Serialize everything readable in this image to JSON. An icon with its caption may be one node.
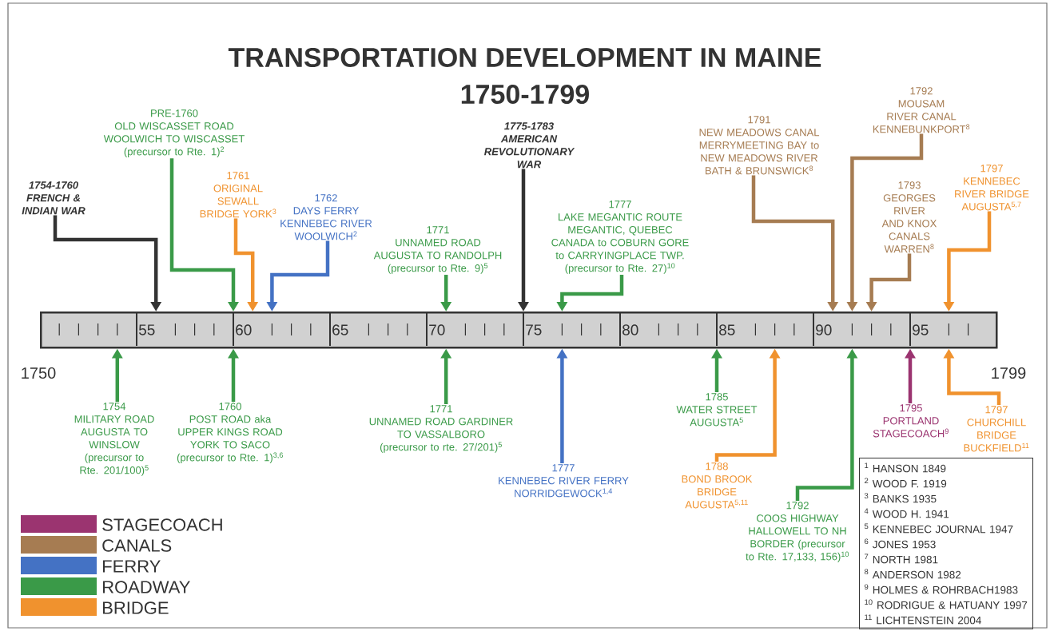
{
  "diagram": {
    "title": "TRANSPORTATION DEVELOPMENT IN MAINE",
    "nodes": [
      {
        "text": [
          "1754-1760",
          "FRENCH & INDIAN WAR"
        ]
      },
      {
        "text": [
          "PRE-1760",
          "OLD WISCASSET ROAD WOOLWICH TO WISCASSET (precursor to Rte. 1)$^{2}$"
        ]
      },
      {
        "text": [
          "1761",
          "ORIGINAL SEWALL BRIDGE YORK$^{3}$"
        ]
      },
      {
        "text": [
          "1762",
          "DAYS FERRY KENNEBEC RIVER WOOLWICH$^{2}$"
        ]
      },
      {
        "text": [
          "1771",
          "UNNAMED ROAD AUGUSTA TO RANDOLPH (precursor to Rte. 9)$^{5}$"
        ]
      },
      {
        "text": [
          "1775-1783",
          "AMERICAN REVOLUTIONARY WAR"
        ]
      },
      {
        "text": [
          "1777",
          "LAKE MEGANTIC ROUTE MEGANTIC, QUEBEC CANADA to COBURN GORE to CARRYINGPLACE TWP. (precursor to Rte. 27)$^{10}$"
        ]
      },
      {
        "text": [
          "1791",
          "NEW MEADOWS CANAL MERRYMEETING BAY to NEW MEADOWS RIVER BATH & BRUNSWICK$^{8}$"
        ]
      },
      {
        "text": [
          "1792",
          "MOUSAM RIVER CANAL KENNEBUNKPORT$^{8}$"
        ]
      },
      {
        "text": [
          "1793",
          "GEORGES RIVER AND KNOX CANALS WARREN$^{8}$"
        ]
      },
      {
        "text": [
          "1797",
          "KENNEBEC RIVER BRIDGE AUGUSTA$^{5,7}$"
        ]
      },
      {
        "text": [],
        "shape": "bar"
      },
      {
        "text": [
          "1754",
          "MILITARY ROAD AUGUSTA TO WINSLOW (precursor to Rte. 201/100)$^{5}$"
        ]
      },
      {
        "text": [
          "1760",
          "POST ROAD aka UPPER KINGS ROAD YORK TO SACO (precursor to Rte. 1)$^{3,6}$"
        ]
      },
      {
        "text": [
          "1771",
          "UNNAMED ROAD GARDINER TO VASSALBORO (precursor to rte. 27/201)$^{5}$"
        ]
      },
      {
        "text": [
          "1777",
          "KENNEBEC RIVER FERRY NORRIDGEWOCK$^{1,4}$"
        ]
      },
      {
        "text": [
          "1785",
          "WATER STREET AUGUSTA$^{5}$"
        ]
      },
      {
        "text": [
          "1788",
          "BOND BROOK BRIDGE AUGUSTA$^{5,11}$"
        ]
      },
      {
        "text": [
          "1792",
          "COOS HIGHWAY HALLOWELL TO NH BORDER (precursor to Rte. 17,133, 156)$^{10}$"
        ]
      },
      {
        "text": [
          "1795",
          "PORTLAND STAGECOACH$^{9}$"
        ]
      },
      {
        "text": [
          "1797",
          "CHURCHILL BRIDGE BUCKFIELD$^{11}$"
        ]
      },
      {
        "text": [
          "$^{1}$ HANSON 1849",
          "$^{2}$ WOOD F. 1919",
          "$^{3}$ BANKS 1935",
          "$^{4}$ WOOD H. 1941",
          "$^{5}$ KENNEBEC JOURNAL 1947",
          "$^{6}$ JONES 1953",
          "$^{7}$ NORTH 1981",
          "$^{8}$ ANDERSON 1982",
          "$^{9}$ HOLMES & ROHRBACH1983",
          "$^{10}$ RODRIGUE & HATUANY 1997",
          "$^{11}$ LICHTENSTEIN 2004"
        ]
      }
    ],
    "edges": [
      {
        "from": 0,
        "to": 11,
        "arrow": "to",
        "color": "#333333"
      },
      {
        "from": 1,
        "to": 11,
        "arrow": "to"
      },
      {
        "from": 2,
        "to": 11,
        "arrow": "to",
        "color": "#f0922e"
      },
      {
        "from": 3,
        "to": 11,
        "arrow": "to",
        "color": "#4472c4"
      },
      {
        "from": 4,
        "to": 11,
        "arrow": "to"
      },
      {
        "from": 5,
        "to": 11,
        "arrow": "to",
        "color": "#333333"
      },
      {
        "from": 6,
        "to": 11,
        "arrow": "to"
      },
      {
        "from": 7,
        "to": 11,
        "arrow": "to",
        "color": "#a67c52"
      },
      {
        "from": 8,
        "to": 11,
        "arrow": "to",
        "color": "#a67c52"
      },
      {
        "from": 9,
        "to": 11,
        "arrow": "to",
        "color": "#a67c52"
      },
      {
        "from": 10,
        "to": 11,
        "arrow": "to",
        "color": "#f0922e"
      },
      {
        "from": 12,
        "to": 11,
        "arrow": "to"
      },
      {
        "from": 13,
        "to": 11,
        "arrow": "to"
      },
      {
        "from": 14,
        "to": 11,
        "arrow": "to"
      },
      {
        "from": 15,
        "to": 11,
        "arrow": "to",
        "color": "#4472c4"
      },
      {
        "from": 16,
        "to": 11,
        "arrow": "to"
      },
      {
        "from": 17,
        "to": 11,
        "arrow": "to",
        "color": "#f0922e"
      },
      {
        "from": 18,
        "to": 11,
        "arrow": "to"
      },
      {
        "from": 19,
        "to": 11,
        "arrow": "to",
        "color": "#9b3470"
      },
      {
        "from": 20,
        "to": 11,
        "arrow": "to",
        "color": "#f0922e"
      }
    ],
    "labels": [
      "1750-1799",
      "55",
      "60",
      "65",
      "70",
      "75",
      "80",
      "85",
      "90",
      "95",
      "1750",
      "1799"
    ],
    "legend": [
      {
        "text": "STAGECOACH",
        "color": "#9b3470"
      },
      {
        "text": "CANALS",
        "color": "#a67c52"
      },
      {
        "text": "FERRY",
        "color": "#4472c4"
      },
      {
        "text": "ROADWAY",
        "color": "#3a9a48"
      },
      {
        "text": "BRIDGE",
        "color": "#f0922e"
      }
    ]
  }
}
